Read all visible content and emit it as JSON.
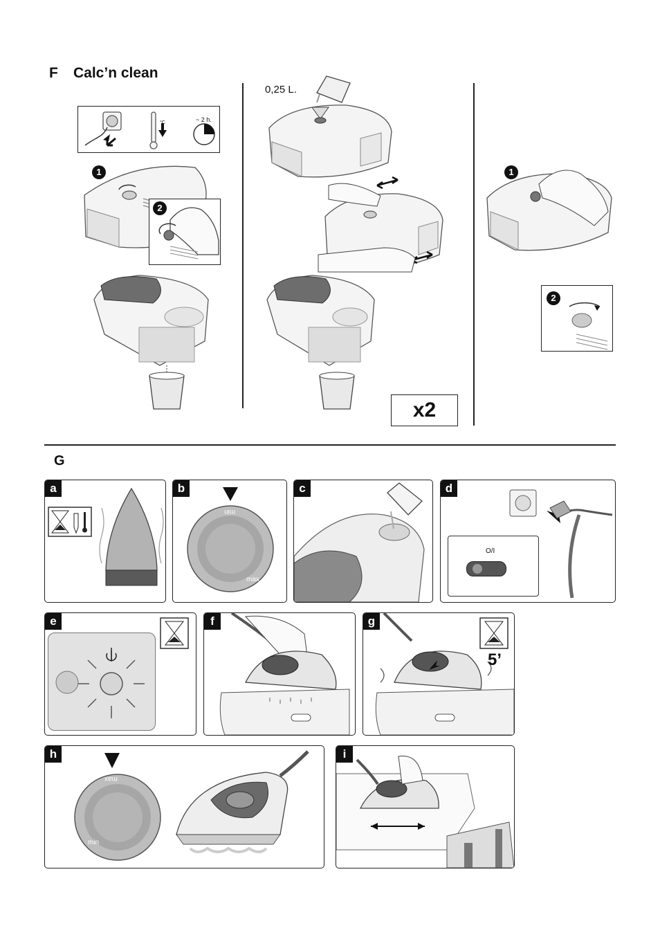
{
  "section_f": {
    "letter": "F",
    "title": "Calc’n clean",
    "step_numbers": [
      "1",
      "2"
    ],
    "timer_label": "~ 2 h.",
    "thermo_unit": "°C",
    "volume": "0,25 L.",
    "repeat": "x2"
  },
  "section_g": {
    "letter": "G",
    "panels": {
      "a": "a",
      "b": "b",
      "c": "c",
      "d": "d",
      "e": "e",
      "f": "f",
      "g": "g",
      "h": "h",
      "i": "i"
    },
    "dial_min": "min",
    "dial_max": "max",
    "switch_label": "O/I",
    "wait_time": "5’"
  }
}
